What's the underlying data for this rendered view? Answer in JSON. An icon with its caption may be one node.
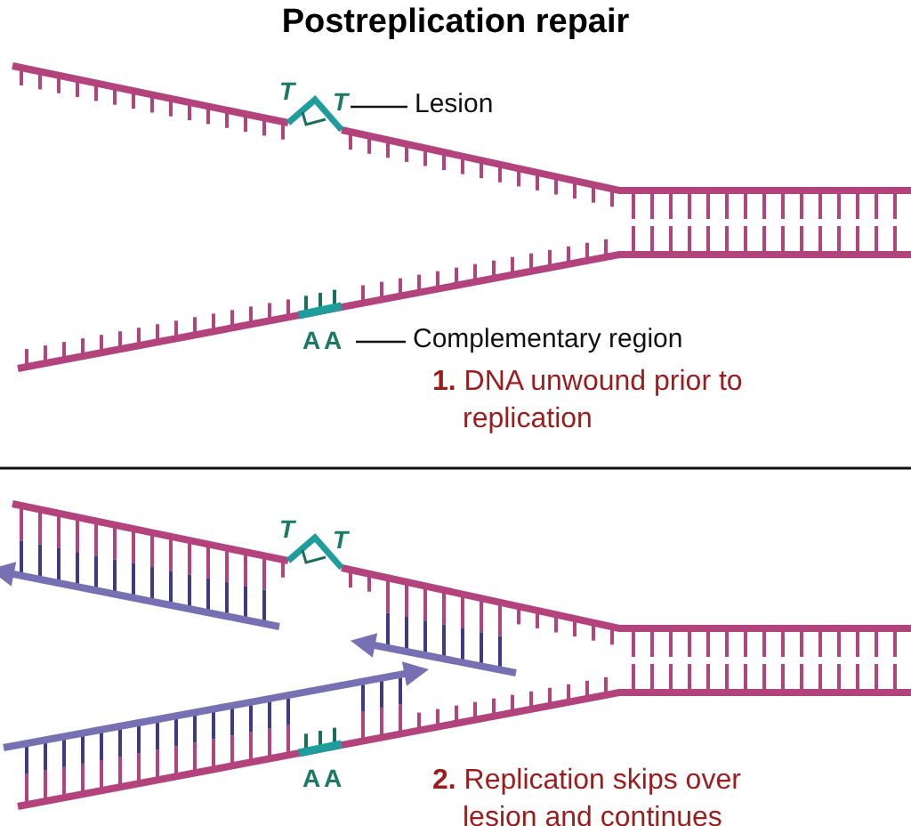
{
  "diagram": {
    "title": "Postreplication repair",
    "nodes": [
      {
        "text": [
          "Lesion"
        ]
      },
      {
        "text": [],
        "shape": "bar"
      },
      {
        "text": [
          "Complementary region"
        ]
      },
      {
        "text": [],
        "shape": "bar"
      }
    ],
    "edges": [
      {
        "from": 0,
        "to": 1,
        "arrow": "none"
      },
      {
        "from": 2,
        "to": 3,
        "arrow": "none"
      }
    ],
    "labels": [
      "T",
      "T",
      "A",
      "A",
      "**1.** DNA unwound prior to replication",
      "T",
      "T",
      "A",
      "A",
      "**2.** Replication skips over lesion and continues"
    ]
  }
}
